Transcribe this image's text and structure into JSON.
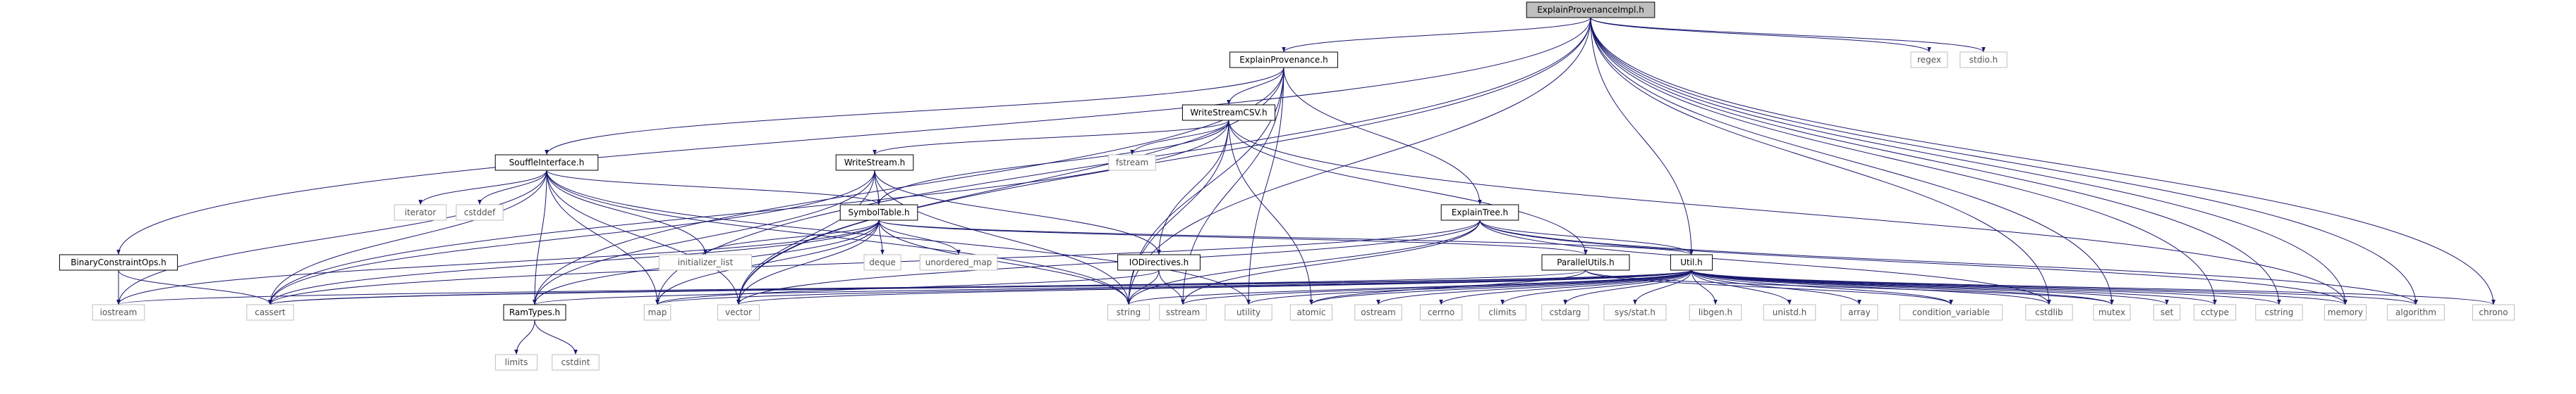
{
  "diagram": {
    "nodes": [
      {
        "id": "ExplainProvenanceImpl.h",
        "label": "ExplainProvenanceImpl.h",
        "style": "root"
      },
      {
        "id": "ExplainProvenance.h",
        "label": "ExplainProvenance.h",
        "style": "project"
      },
      {
        "id": "regex",
        "label": "regex",
        "style": "system"
      },
      {
        "id": "stdio.h",
        "label": "stdio.h",
        "style": "system"
      },
      {
        "id": "WriteStreamCSV.h",
        "label": "WriteStreamCSV.h",
        "style": "project"
      },
      {
        "id": "fstream",
        "label": "fstream",
        "style": "system"
      },
      {
        "id": "SouffleInterface.h",
        "label": "SouffleInterface.h",
        "style": "project"
      },
      {
        "id": "WriteStream.h",
        "label": "WriteStream.h",
        "style": "project"
      },
      {
        "id": "iterator",
        "label": "iterator",
        "style": "system"
      },
      {
        "id": "cstddef",
        "label": "cstddef",
        "style": "system"
      },
      {
        "id": "ExplainTree.h",
        "label": "ExplainTree.h",
        "style": "project"
      },
      {
        "id": "SymbolTable.h",
        "label": "SymbolTable.h",
        "style": "project"
      },
      {
        "id": "BinaryConstraintOps.h",
        "label": "BinaryConstraintOps.h",
        "style": "project"
      },
      {
        "id": "initializer_list",
        "label": "initializer_list",
        "style": "system"
      },
      {
        "id": "deque",
        "label": "deque",
        "style": "system"
      },
      {
        "id": "unordered_map",
        "label": "unordered_map",
        "style": "system"
      },
      {
        "id": "IODirectives.h",
        "label": "IODirectives.h",
        "style": "project"
      },
      {
        "id": "ParallelUtils.h",
        "label": "ParallelUtils.h",
        "style": "project"
      },
      {
        "id": "Util.h",
        "label": "Util.h",
        "style": "project"
      },
      {
        "id": "iostream",
        "label": "iostream",
        "style": "system"
      },
      {
        "id": "cassert",
        "label": "cassert",
        "style": "system"
      },
      {
        "id": "RamTypes.h",
        "label": "RamTypes.h",
        "style": "project"
      },
      {
        "id": "map",
        "label": "map",
        "style": "system"
      },
      {
        "id": "vector",
        "label": "vector",
        "style": "system"
      },
      {
        "id": "string",
        "label": "string",
        "style": "system"
      },
      {
        "id": "sstream",
        "label": "sstream",
        "style": "system"
      },
      {
        "id": "utility",
        "label": "utility",
        "style": "system"
      },
      {
        "id": "atomic",
        "label": "atomic",
        "style": "system"
      },
      {
        "id": "ostream",
        "label": "ostream",
        "style": "system"
      },
      {
        "id": "cerrno",
        "label": "cerrno",
        "style": "system"
      },
      {
        "id": "climits",
        "label": "climits",
        "style": "system"
      },
      {
        "id": "cstdarg",
        "label": "cstdarg",
        "style": "system"
      },
      {
        "id": "sys/stat.h",
        "label": "sys/stat.h",
        "style": "system"
      },
      {
        "id": "libgen.h",
        "label": "libgen.h",
        "style": "system"
      },
      {
        "id": "unistd.h",
        "label": "unistd.h",
        "style": "system"
      },
      {
        "id": "array",
        "label": "array",
        "style": "system"
      },
      {
        "id": "condition_variable",
        "label": "condition_variable",
        "style": "system"
      },
      {
        "id": "cstdlib",
        "label": "cstdlib",
        "style": "system"
      },
      {
        "id": "mutex",
        "label": "mutex",
        "style": "system"
      },
      {
        "id": "set",
        "label": "set",
        "style": "system"
      },
      {
        "id": "cctype",
        "label": "cctype",
        "style": "system"
      },
      {
        "id": "cstring",
        "label": "cstring",
        "style": "system"
      },
      {
        "id": "memory",
        "label": "memory",
        "style": "system"
      },
      {
        "id": "algorithm",
        "label": "algorithm",
        "style": "system"
      },
      {
        "id": "chrono",
        "label": "chrono",
        "style": "system"
      },
      {
        "id": "limits",
        "label": "limits",
        "style": "system"
      },
      {
        "id": "cstdint",
        "label": "cstdint",
        "style": "system"
      }
    ],
    "edges": [
      [
        "ExplainProvenanceImpl.h",
        "ExplainProvenance.h"
      ],
      [
        "ExplainProvenanceImpl.h",
        "regex"
      ],
      [
        "ExplainProvenanceImpl.h",
        "stdio.h"
      ],
      [
        "ExplainProvenanceImpl.h",
        "BinaryConstraintOps.h"
      ],
      [
        "ExplainProvenanceImpl.h",
        "Util.h"
      ],
      [
        "ExplainProvenanceImpl.h",
        "map"
      ],
      [
        "ExplainProvenanceImpl.h",
        "string"
      ],
      [
        "ExplainProvenanceImpl.h",
        "vector"
      ],
      [
        "ExplainProvenanceImpl.h",
        "chrono"
      ],
      [
        "ExplainProvenanceImpl.h",
        "memory"
      ],
      [
        "ExplainProvenanceImpl.h",
        "algorithm"
      ],
      [
        "ExplainProvenanceImpl.h",
        "cstring"
      ],
      [
        "ExplainProvenanceImpl.h",
        "cstdlib"
      ],
      [
        "ExplainProvenanceImpl.h",
        "cctype"
      ],
      [
        "ExplainProvenanceImpl.h",
        "mutex"
      ],
      [
        "ExplainProvenance.h",
        "WriteStreamCSV.h"
      ],
      [
        "ExplainProvenance.h",
        "SouffleInterface.h"
      ],
      [
        "ExplainProvenance.h",
        "ExplainTree.h"
      ],
      [
        "ExplainProvenance.h",
        "RamTypes.h"
      ],
      [
        "ExplainProvenance.h",
        "vector"
      ],
      [
        "ExplainProvenance.h",
        "string"
      ],
      [
        "ExplainProvenance.h",
        "sstream"
      ],
      [
        "ExplainProvenance.h",
        "utility"
      ],
      [
        "WriteStreamCSV.h",
        "fstream"
      ],
      [
        "WriteStreamCSV.h",
        "WriteStream.h"
      ],
      [
        "WriteStreamCSV.h",
        "SymbolTable.h"
      ],
      [
        "WriteStreamCSV.h",
        "IODirectives.h"
      ],
      [
        "WriteStreamCSV.h",
        "ParallelUtils.h"
      ],
      [
        "WriteStreamCSV.h",
        "string"
      ],
      [
        "WriteStreamCSV.h",
        "cassert"
      ],
      [
        "WriteStreamCSV.h",
        "memory"
      ],
      [
        "WriteStreamCSV.h",
        "atomic"
      ],
      [
        "WriteStream.h",
        "SymbolTable.h"
      ],
      [
        "WriteStream.h",
        "IODirectives.h"
      ],
      [
        "WriteStream.h",
        "RamTypes.h"
      ],
      [
        "WriteStream.h",
        "string"
      ],
      [
        "WriteStream.h",
        "cassert"
      ],
      [
        "WriteStream.h",
        "vector"
      ],
      [
        "SouffleInterface.h",
        "iterator"
      ],
      [
        "SouffleInterface.h",
        "cstddef"
      ],
      [
        "SouffleInterface.h",
        "SymbolTable.h"
      ],
      [
        "SouffleInterface.h",
        "RamTypes.h"
      ],
      [
        "SouffleInterface.h",
        "initializer_list"
      ],
      [
        "SouffleInterface.h",
        "iostream"
      ],
      [
        "SouffleInterface.h",
        "cassert"
      ],
      [
        "SouffleInterface.h",
        "map"
      ],
      [
        "SouffleInterface.h",
        "vector"
      ],
      [
        "SouffleInterface.h",
        "string"
      ],
      [
        "SouffleInterface.h",
        "utility"
      ],
      [
        "SymbolTable.h",
        "initializer_list"
      ],
      [
        "SymbolTable.h",
        "deque"
      ],
      [
        "SymbolTable.h",
        "unordered_map"
      ],
      [
        "SymbolTable.h",
        "ParallelUtils.h"
      ],
      [
        "SymbolTable.h",
        "Util.h"
      ],
      [
        "SymbolTable.h",
        "RamTypes.h"
      ],
      [
        "SymbolTable.h",
        "iostream"
      ],
      [
        "SymbolTable.h",
        "cassert"
      ],
      [
        "SymbolTable.h",
        "map"
      ],
      [
        "SymbolTable.h",
        "vector"
      ],
      [
        "SymbolTable.h",
        "string"
      ],
      [
        "ExplainTree.h",
        "Util.h"
      ],
      [
        "ExplainTree.h",
        "sstream"
      ],
      [
        "ExplainTree.h",
        "string"
      ],
      [
        "ExplainTree.h",
        "vector"
      ],
      [
        "ExplainTree.h",
        "cassert"
      ],
      [
        "ExplainTree.h",
        "memory"
      ],
      [
        "ExplainTree.h",
        "algorithm"
      ],
      [
        "ExplainTree.h",
        "cstdlib"
      ],
      [
        "BinaryConstraintOps.h",
        "iostream"
      ],
      [
        "BinaryConstraintOps.h",
        "cassert"
      ],
      [
        "IODirectives.h",
        "map"
      ],
      [
        "IODirectives.h",
        "sstream"
      ],
      [
        "IODirectives.h",
        "string"
      ],
      [
        "ParallelUtils.h",
        "atomic"
      ],
      [
        "ParallelUtils.h",
        "mutex"
      ],
      [
        "ParallelUtils.h",
        "condition_variable"
      ],
      [
        "ParallelUtils.h",
        "cassert"
      ],
      [
        "RamTypes.h",
        "limits"
      ],
      [
        "RamTypes.h",
        "cstdint"
      ],
      [
        "Util.h",
        "RamTypes.h"
      ],
      [
        "Util.h",
        "map"
      ],
      [
        "Util.h",
        "vector"
      ],
      [
        "Util.h",
        "string"
      ],
      [
        "Util.h",
        "sstream"
      ],
      [
        "Util.h",
        "utility"
      ],
      [
        "Util.h",
        "atomic"
      ],
      [
        "Util.h",
        "ostream"
      ],
      [
        "Util.h",
        "cerrno"
      ],
      [
        "Util.h",
        "climits"
      ],
      [
        "Util.h",
        "cstdarg"
      ],
      [
        "Util.h",
        "sys/stat.h"
      ],
      [
        "Util.h",
        "libgen.h"
      ],
      [
        "Util.h",
        "unistd.h"
      ],
      [
        "Util.h",
        "array"
      ],
      [
        "Util.h",
        "condition_variable"
      ],
      [
        "Util.h",
        "cstdlib"
      ],
      [
        "Util.h",
        "mutex"
      ],
      [
        "Util.h",
        "set"
      ],
      [
        "Util.h",
        "cctype"
      ],
      [
        "Util.h",
        "cstring"
      ],
      [
        "Util.h",
        "memory"
      ],
      [
        "Util.h",
        "algorithm"
      ],
      [
        "Util.h",
        "chrono"
      ],
      [
        "Util.h",
        "iostream"
      ],
      [
        "Util.h",
        "cassert"
      ]
    ]
  },
  "colors": {
    "root_fill": "#bfbfbf",
    "project_fill": "#ffffff",
    "project_border": "#000000",
    "system_border": "#bfbfbf",
    "system_text": "#555555",
    "text": "#000000",
    "edge": "#191970"
  }
}
